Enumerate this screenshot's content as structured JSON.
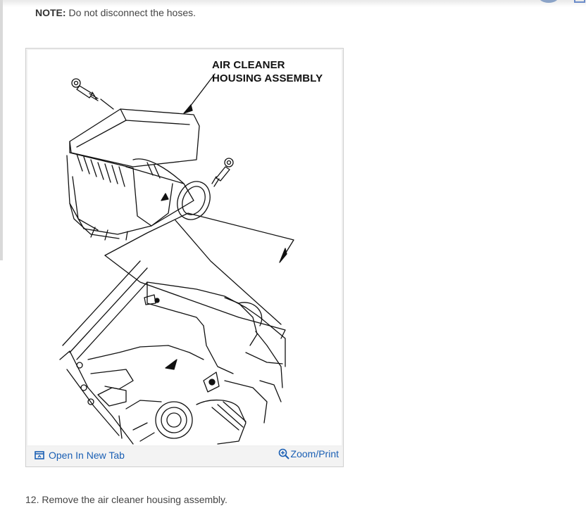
{
  "note": {
    "label": "NOTE:",
    "text": " Do not disconnect the hoses."
  },
  "figure": {
    "callout_line1": "AIR CLEANER",
    "callout_line2": "HOUSING ASSEMBLY",
    "open_label": "Open In New Tab",
    "zoom_label": "Zoom/Print",
    "open_icon": "open-in-new-tab-icon",
    "zoom_icon": "zoom-icon"
  },
  "step": {
    "text": "12. Remove the air cleaner housing assembly."
  },
  "colors": {
    "link": "#1a5fb4",
    "text": "#444444"
  }
}
